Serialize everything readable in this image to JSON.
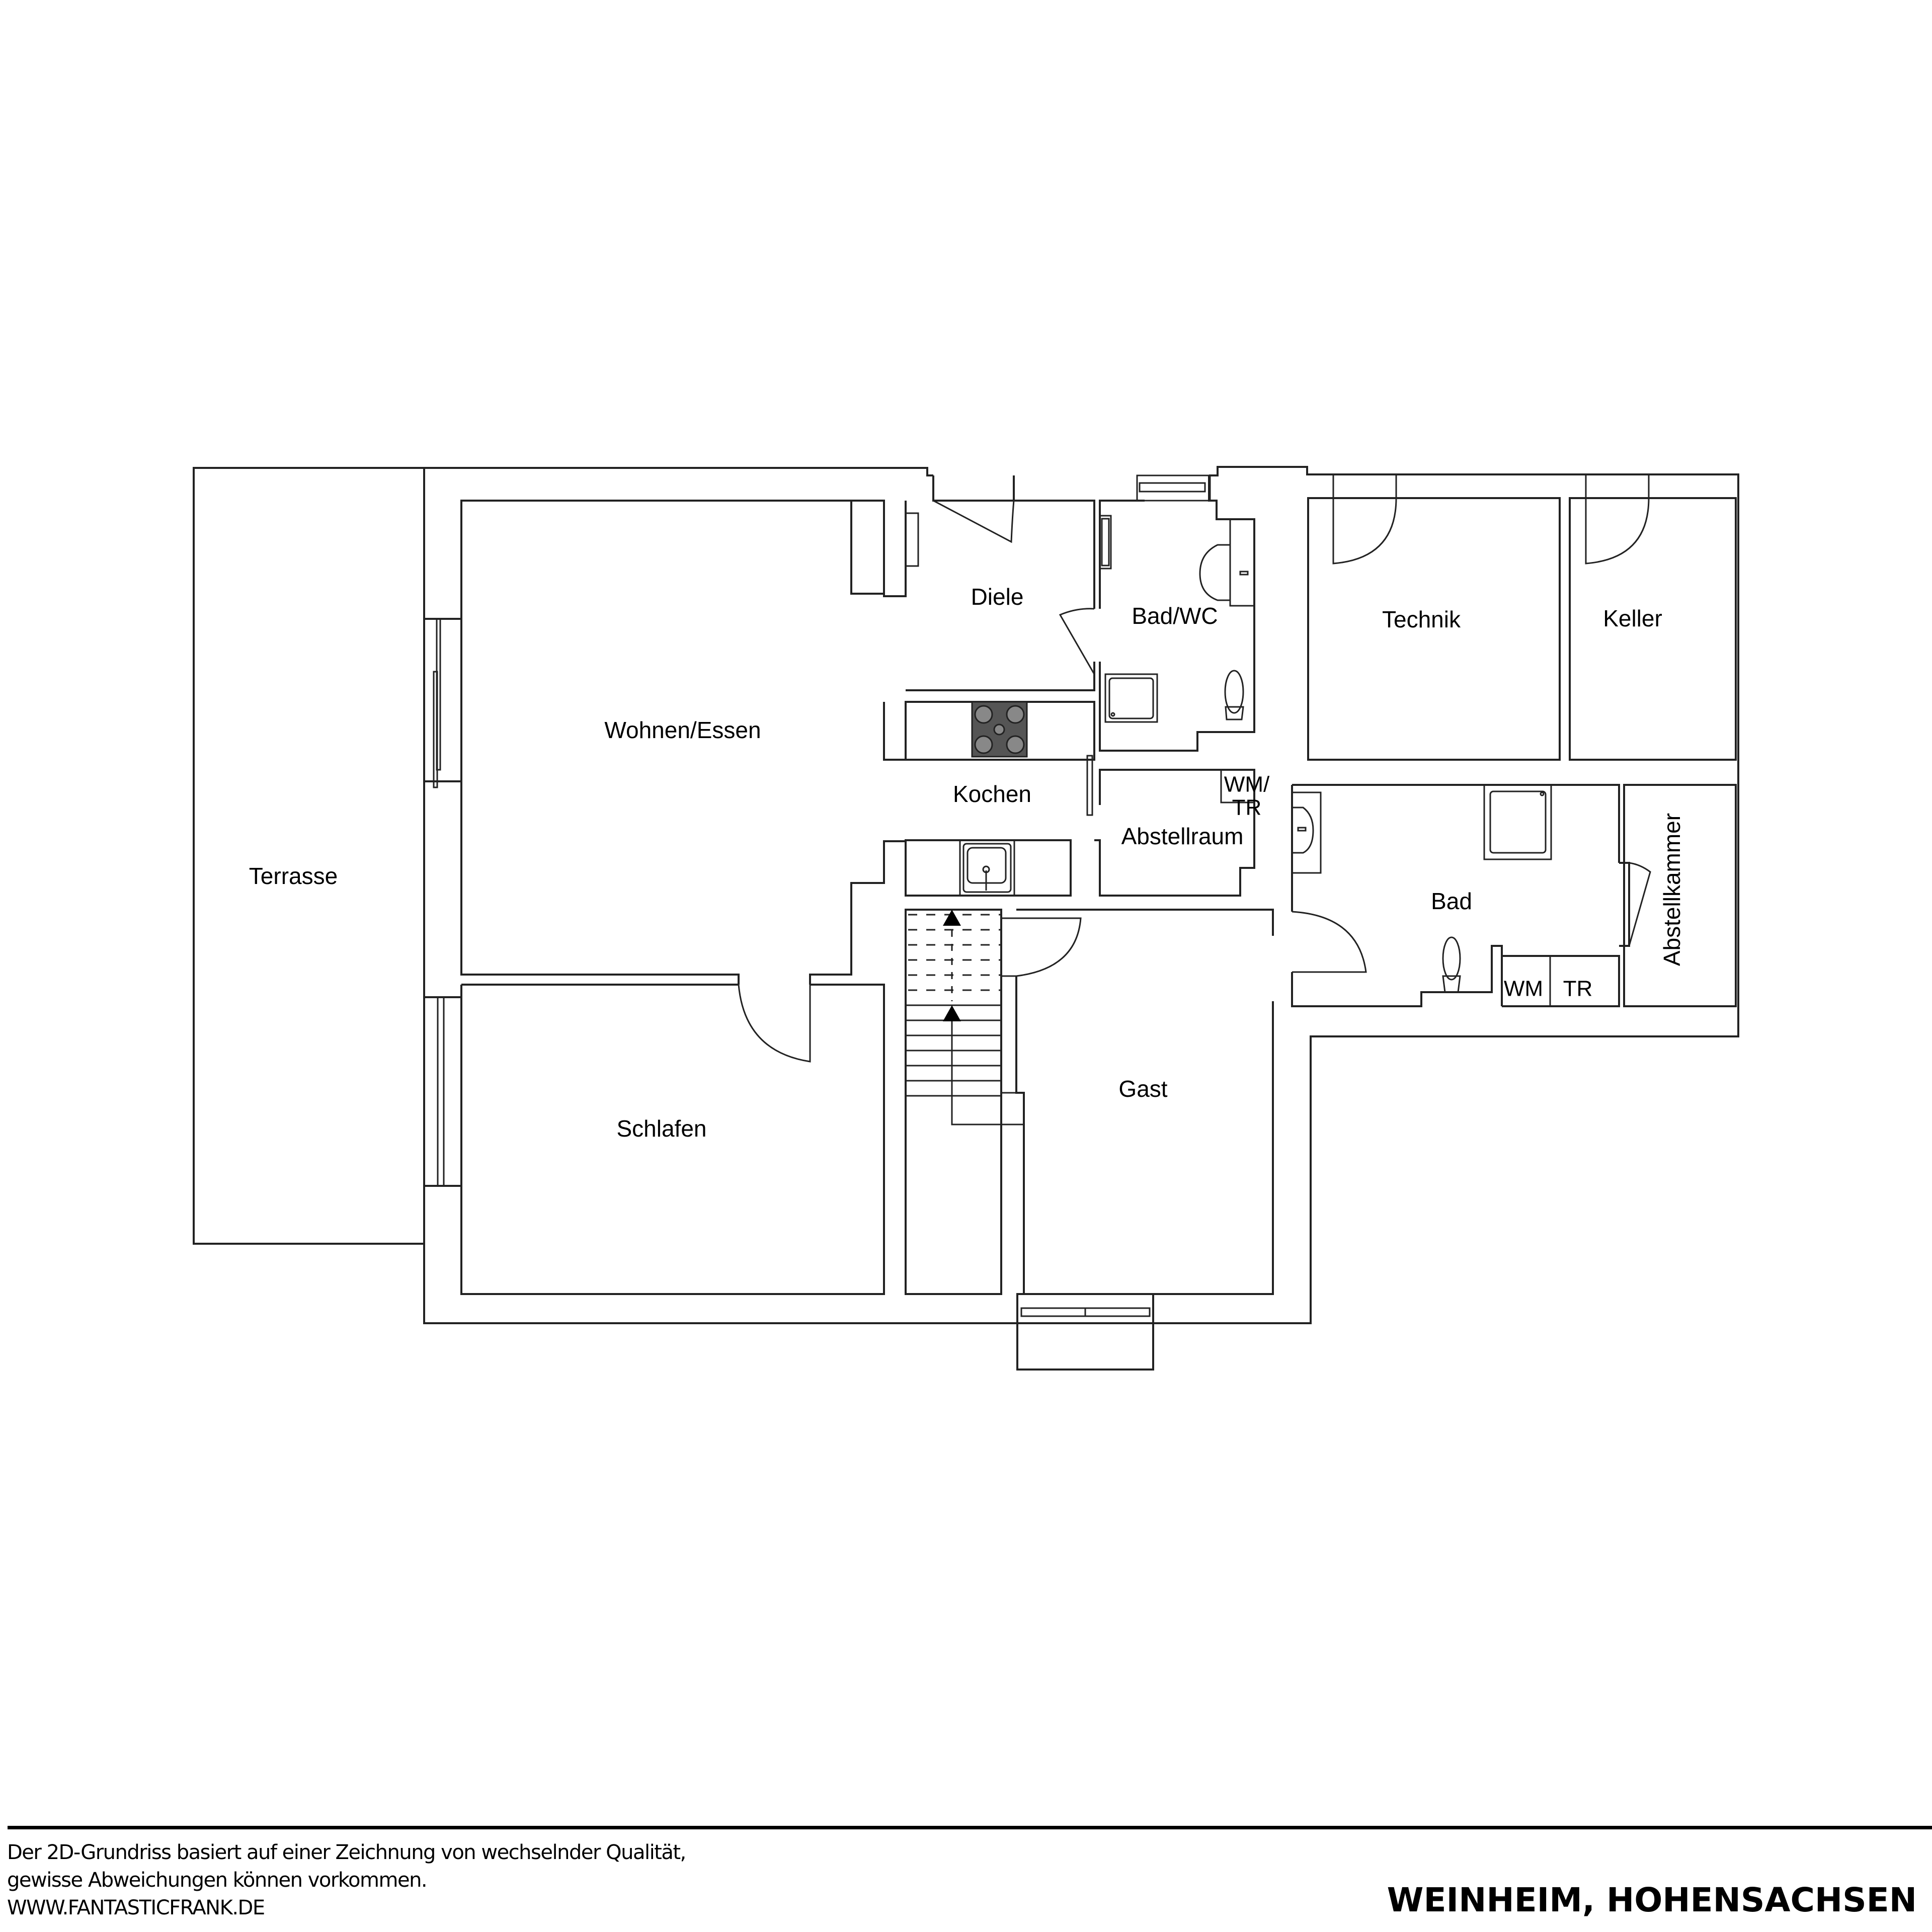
{
  "floorplan": {
    "rooms": {
      "terrasse": "Terrasse",
      "wohnen_essen": "Wohnen/Essen",
      "diele": "Diele",
      "bad_wc": "Bad/WC",
      "kochen": "Kochen",
      "abstellraum": "Abstellraum",
      "wm_tr_1": "WM/",
      "wm_tr_2": "TR",
      "technik": "Technik",
      "keller": "Keller",
      "bad": "Bad",
      "wm": "WM",
      "tr": "TR",
      "abstellkammer": "Abstellkammer",
      "schlafen": "Schlafen",
      "gast": "Gast"
    },
    "fixtures": [
      "stove-icon",
      "kitchen-sink-icon",
      "washbasin-icon",
      "toilet-icon",
      "shower-icon",
      "stairs-icon",
      "door-swing-icon",
      "window-icon"
    ],
    "colors": {
      "line": "#222222",
      "stove": "#555555",
      "burner": "#888888",
      "background": "#ffffff"
    }
  },
  "footer": {
    "disclaimer_line1": "Der 2D-Grundriss basiert auf einer Zeichnung von wechselnder Qualität,",
    "disclaimer_line2": "gewisse Abweichungen können vorkommen.",
    "website": "WWW.FANTASTICFRANK.DE",
    "location": "WEINHEIM, HOHENSACHSEN"
  }
}
